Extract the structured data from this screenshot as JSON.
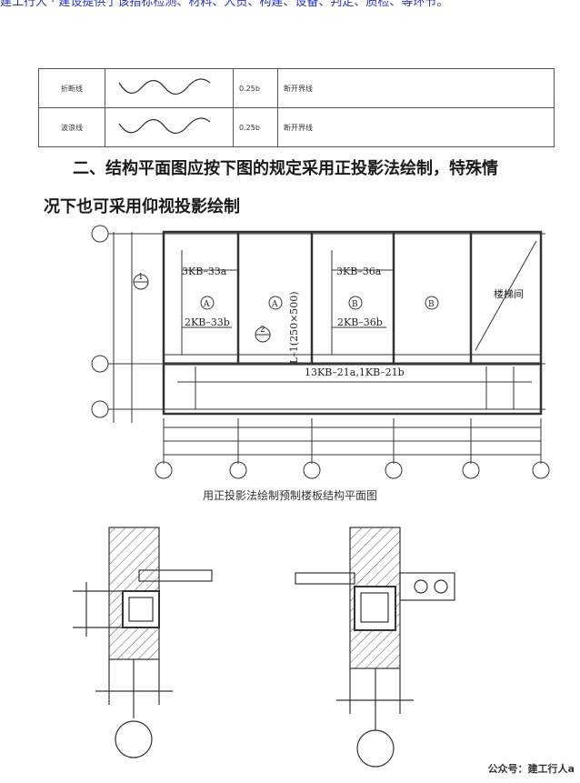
{
  "top_text": "建工行人 · 建设提供了该指标检测、材料、人员、构建、设备、判定、质检、等环节。",
  "line_table": {
    "rows": [
      {
        "name": "折断线",
        "width": "0.25b",
        "usage": "断开界线"
      },
      {
        "name": "波浪线",
        "width": "0.25b",
        "usage": "断开界线"
      }
    ]
  },
  "section_heading": {
    "line1": "二、结构平面图应按下图的规定采用正投影法绘制，特殊情",
    "line2": "况下也可采用仰视投影绘制"
  },
  "plan_labels": {
    "slab_3kb33a": "3KB–33a",
    "slab_2kb33b": "2KB–33b",
    "slab_3kb36a": "3KB–36a",
    "slab_2kb36b": "2KB–36b",
    "beam": "L–1(250×500)",
    "corridor": "13KB–21a,1KB–21b",
    "stair": "楼梯间",
    "mark_a": "A",
    "mark_b": "B",
    "section_1_top": "1",
    "section_2_top": "2"
  },
  "caption": "用正投影法绘制预制楼板结构平面图",
  "watermark": "公众号：建工行人a"
}
